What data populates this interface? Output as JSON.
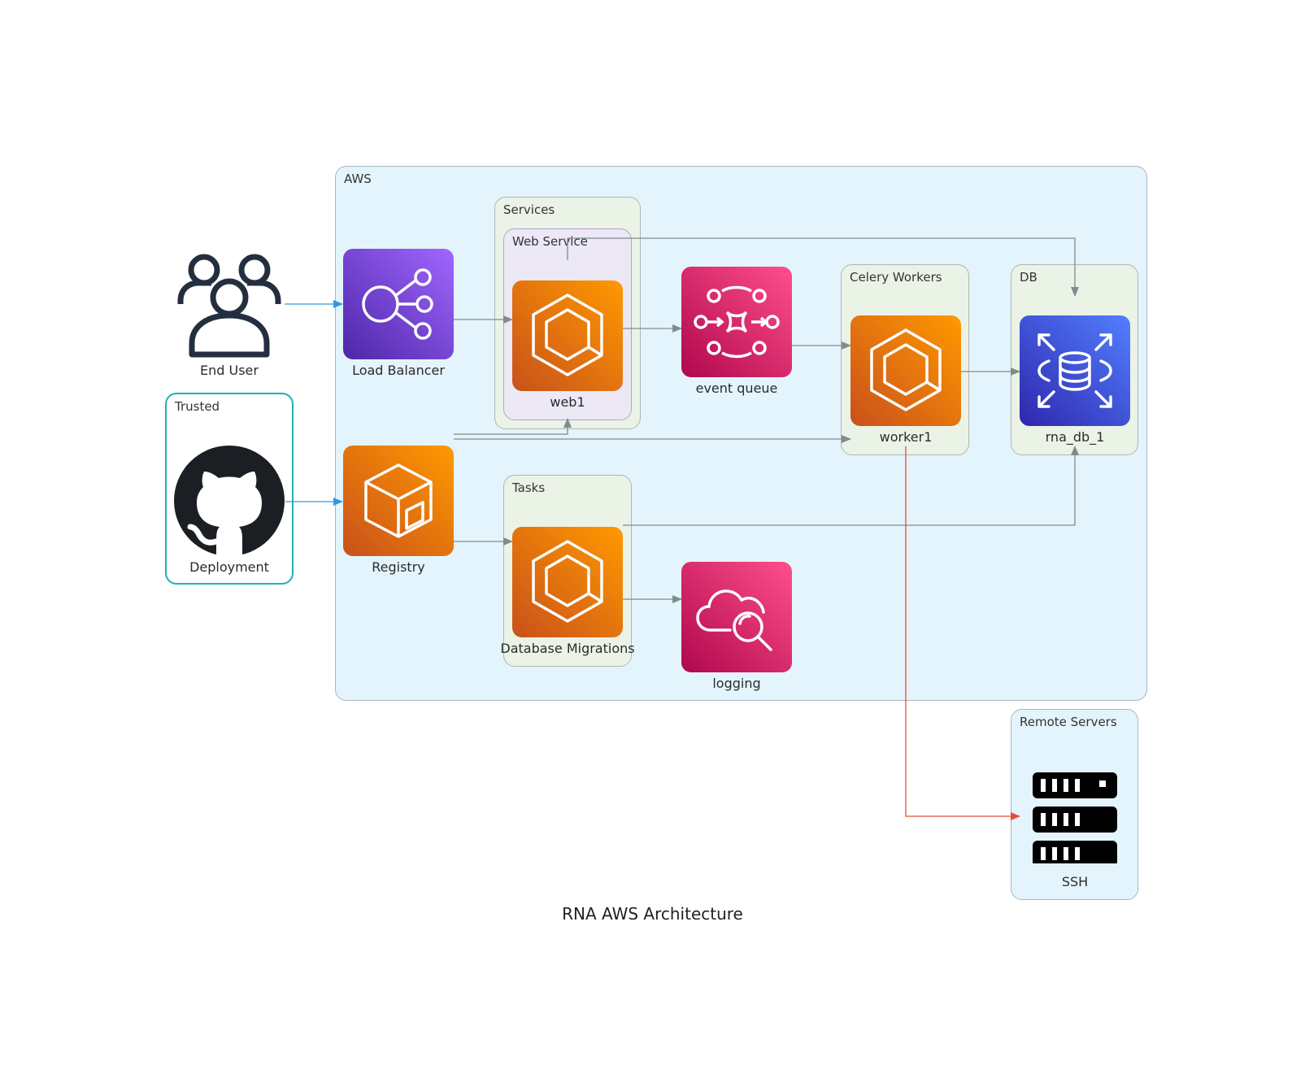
{
  "title": "RNA AWS Architecture",
  "clusters": {
    "aws": "AWS",
    "services": "Services",
    "web_service": "Web Service",
    "celery_workers": "Celery Workers",
    "db": "DB",
    "tasks": "Tasks",
    "trusted": "Trusted",
    "remote_servers": "Remote Servers"
  },
  "nodes": {
    "end_user": {
      "label": "End User",
      "icon": "users-icon"
    },
    "deployment": {
      "label": "Deployment",
      "icon": "github-icon"
    },
    "load_balancer": {
      "label": "Load Balancer",
      "icon": "elb-icon"
    },
    "registry": {
      "label": "Registry",
      "icon": "ecr-icon"
    },
    "web1": {
      "label": "web1",
      "icon": "ecs-icon"
    },
    "event_queue": {
      "label": "event queue",
      "icon": "mq-icon"
    },
    "worker1": {
      "label": "worker1",
      "icon": "ecs-icon"
    },
    "rna_db_1": {
      "label": "rna_db_1",
      "icon": "rds-icon"
    },
    "db_migrations": {
      "label": "Database Migrations",
      "icon": "ecs-icon"
    },
    "logging": {
      "label": "logging",
      "icon": "cloudwatch-logs-icon"
    },
    "ssh": {
      "label": "SSH",
      "icon": "server-icon"
    }
  },
  "colors": {
    "edge_default": "#7f8c8d",
    "edge_blue": "#3498db",
    "edge_red": "#e74c3c",
    "elb": "#8a3ffc",
    "ecs": "#ec7211",
    "mq": "#e7157b",
    "rds": "#3b48cc"
  },
  "edges": [
    {
      "from": "End User",
      "to": "Load Balancer",
      "color": "blue"
    },
    {
      "from": "Deployment",
      "to": "Registry",
      "color": "blue"
    },
    {
      "from": "Load Balancer",
      "to": "web1",
      "color": "gray"
    },
    {
      "from": "web1",
      "to": "event queue",
      "color": "gray"
    },
    {
      "from": "event queue",
      "to": "worker1",
      "color": "gray"
    },
    {
      "from": "worker1",
      "to": "rna_db_1",
      "color": "gray"
    },
    {
      "from": "Web Service",
      "to": "rna_db_1",
      "color": "gray"
    },
    {
      "from": "Registry",
      "to": "web1",
      "color": "gray"
    },
    {
      "from": "Registry",
      "to": "worker1",
      "color": "gray"
    },
    {
      "from": "Registry",
      "to": "Database Migrations",
      "color": "gray"
    },
    {
      "from": "Database Migrations",
      "to": "rna_db_1",
      "color": "gray"
    },
    {
      "from": "Database Migrations",
      "to": "logging",
      "color": "gray"
    },
    {
      "from": "worker1",
      "to": "SSH",
      "color": "red"
    }
  ]
}
